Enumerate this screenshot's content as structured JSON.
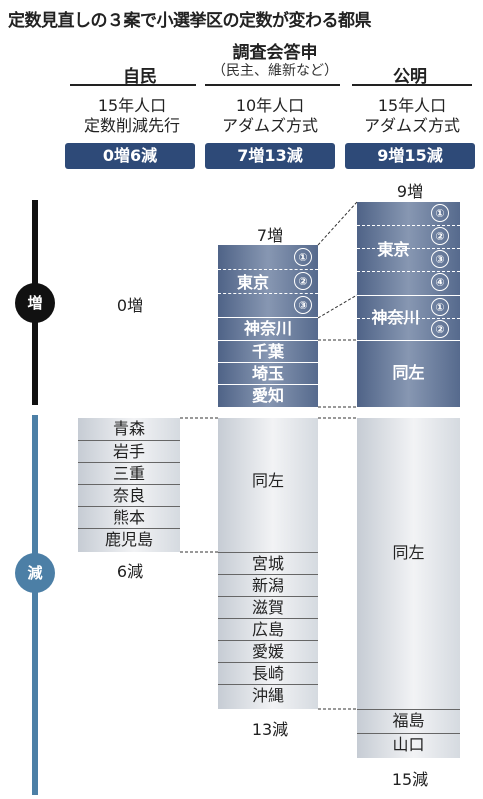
{
  "title": "定数見直しの３案で小選挙区の定数が変わる都県",
  "axis": {
    "increase_label": "増",
    "decrease_label": "減"
  },
  "columns": {
    "ldp": {
      "party": "自民",
      "desc1": "15年人口",
      "desc2": "定数削減先行",
      "badge": "0増6減",
      "inc_total": "0増",
      "dec_items": [
        "青森",
        "岩手",
        "三重",
        "奈良",
        "熊本",
        "鹿児島"
      ],
      "dec_total": "6減"
    },
    "council": {
      "party": "調査会答申",
      "sub": "（民主、維新など）",
      "desc1": "10年人口",
      "desc2": "アダムズ方式",
      "badge": "7増13減",
      "inc_total": "7増",
      "tokyo": "東京",
      "kanagawa": "神奈川",
      "nums": [
        "①",
        "②",
        "③"
      ],
      "inc_items": [
        "千葉",
        "埼玉",
        "愛知"
      ],
      "dec_same": "同左",
      "dec_items": [
        "宮城",
        "新潟",
        "滋賀",
        "広島",
        "愛媛",
        "長崎",
        "沖縄"
      ],
      "dec_total": "13減"
    },
    "komeito": {
      "party": "公明",
      "desc1": "15年人口",
      "desc2": "アダムズ方式",
      "badge": "9増15減",
      "inc_total": "9増",
      "tokyo": "東京",
      "kanagawa": "神奈川",
      "tokyo_nums": [
        "①",
        "②",
        "③",
        "④"
      ],
      "kanagawa_nums": [
        "①",
        "②"
      ],
      "inc_same": "同左",
      "dec_same": "同左",
      "dec_items": [
        "福島",
        "山口"
      ],
      "dec_total": "15減"
    }
  },
  "colors": {
    "navy": "#2e4a78",
    "axis_inc": "#111111",
    "axis_dec": "#4c7fa6"
  }
}
